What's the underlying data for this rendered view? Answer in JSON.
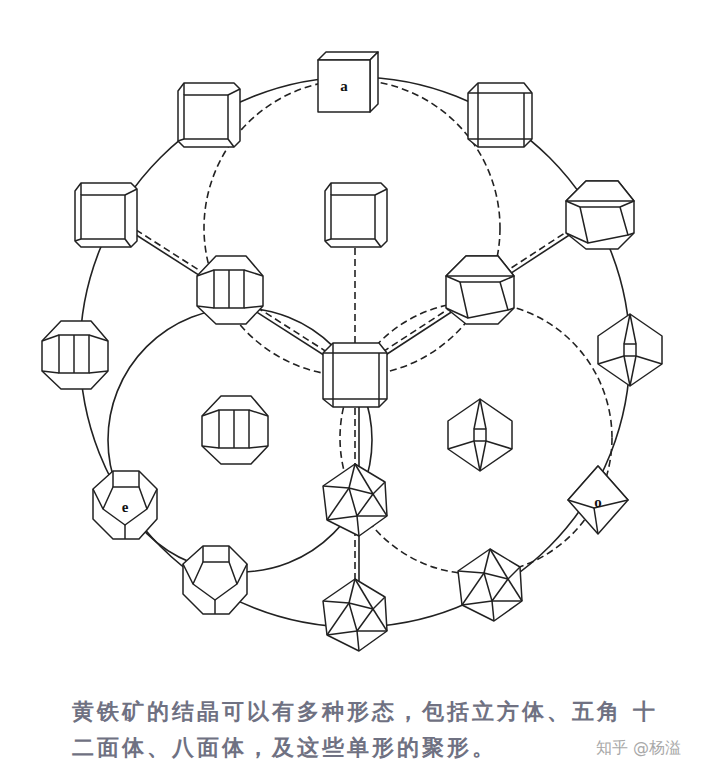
{
  "diagram": {
    "caption": "黄铁矿的结晶可以有多种形态，包括立方体、五角 十二面体、八面体，及这些单形的聚形。",
    "labels": [
      "a",
      "e",
      "o",
      "知乎 @杨溢"
    ]
  }
}
